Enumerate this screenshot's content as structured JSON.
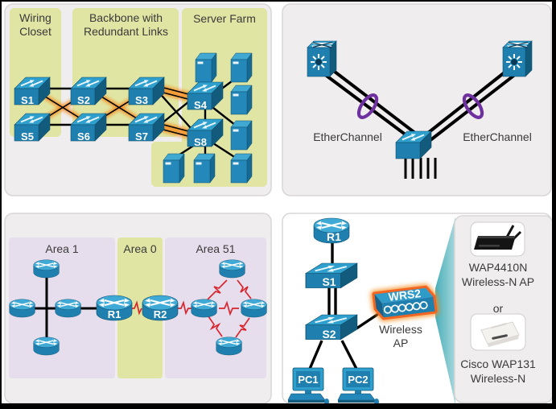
{
  "figure_type": "network-topology-figure",
  "campus": {
    "region1": "Wiring Closet",
    "region2": "Backbone with Redundant Links",
    "region3": "Server Farm",
    "s1": "S1",
    "s2": "S2",
    "s3": "S3",
    "s4": "S4",
    "s5": "S5",
    "s6": "S6",
    "s7": "S7",
    "s8": "S8"
  },
  "etherchannel": {
    "label_left": "EtherChannel",
    "label_right": "EtherChannel"
  },
  "ospf": {
    "area1": "Area 1",
    "area0": "Area 0",
    "area51": "Area 51",
    "r1": "R1",
    "r2": "R2"
  },
  "wireless": {
    "r1": "R1",
    "s1": "S1",
    "s2": "S2",
    "ap": "WRS2",
    "ap_caption": "Wireless AP",
    "pc1": "PC1",
    "pc2": "PC2",
    "option1_name": "WAP4410N",
    "option1_desc": "Wireless-N AP",
    "separator": "or",
    "option2_name": "Cisco WAP131",
    "option2_desc": "Wireless-N"
  },
  "colors": {
    "panel_bg": "#EFEDEE",
    "panel_border": "#D9D6D7",
    "zone_yellow": "#E0E5A3",
    "zone_lavender": "#E6DEED",
    "device_blue_top": "#2FA0CD",
    "device_blue_front": "#1F7FAE",
    "device_blue_dark": "#135B7D",
    "link_black": "#000000",
    "redundant_link_orange": "#F68B1F",
    "serial_link_red": "#D9262E",
    "etherchannel_ring_purple": "#7031A0",
    "callout_teal": "#49AEB9",
    "ap_outline_orange": "#F26522",
    "label_gray": "#3A3A3A"
  }
}
